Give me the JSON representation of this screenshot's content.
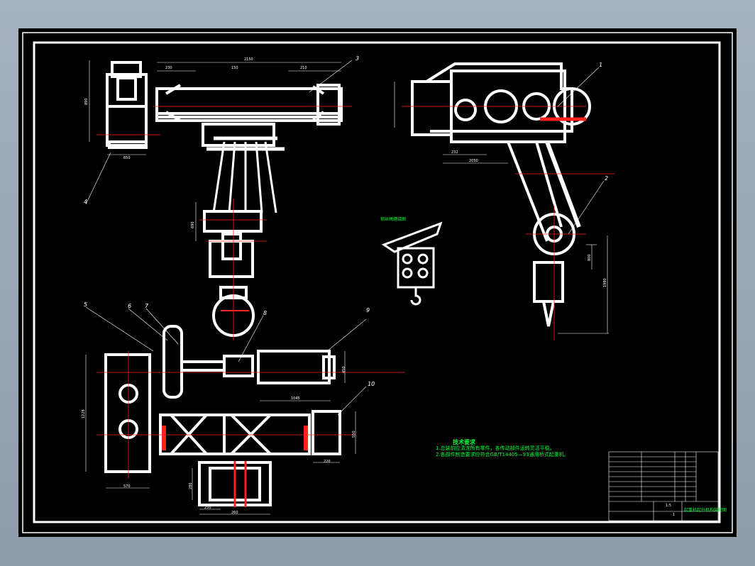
{
  "drawing": {
    "tech_requirements": {
      "title": "技术要求",
      "lines": [
        "1.总装前应清洗所有零件，各传动部件运转灵活平稳。",
        "2.各部件制造要求应符合GB/T14405—93通用桥式起重机。"
      ]
    },
    "inset_label": "钢丝绳缠绕图",
    "callouts": [
      "1",
      "2",
      "3",
      "4",
      "5",
      "6",
      "7",
      "8",
      "9",
      "10"
    ],
    "dimensions": {
      "top_span": "2150",
      "top_left": "230",
      "top_mid": "150",
      "top_right": "210",
      "left_height": "890",
      "left_base": "650",
      "hook_height": "690",
      "gear_width": "232",
      "gear_span": "2050",
      "right_h1": "800",
      "right_h2": "1980",
      "motor_len": "1045",
      "motor_h": "450",
      "reducer_h": "1228",
      "reducer_w": "570",
      "frame_h": "550",
      "frame_w": "220",
      "coupling_w1": "250",
      "coupling_w2": "260",
      "coupling_h": "280"
    },
    "title_block": {
      "scale": "1:5",
      "sheet": "1",
      "drawing_title": "起重机起升机构装配图"
    }
  },
  "colors": {
    "background_chrome": "#99a5b4",
    "canvas": "#000000",
    "linework": "#ffffff",
    "annotation": "#00ff3c",
    "centerline": "#ff2020"
  }
}
